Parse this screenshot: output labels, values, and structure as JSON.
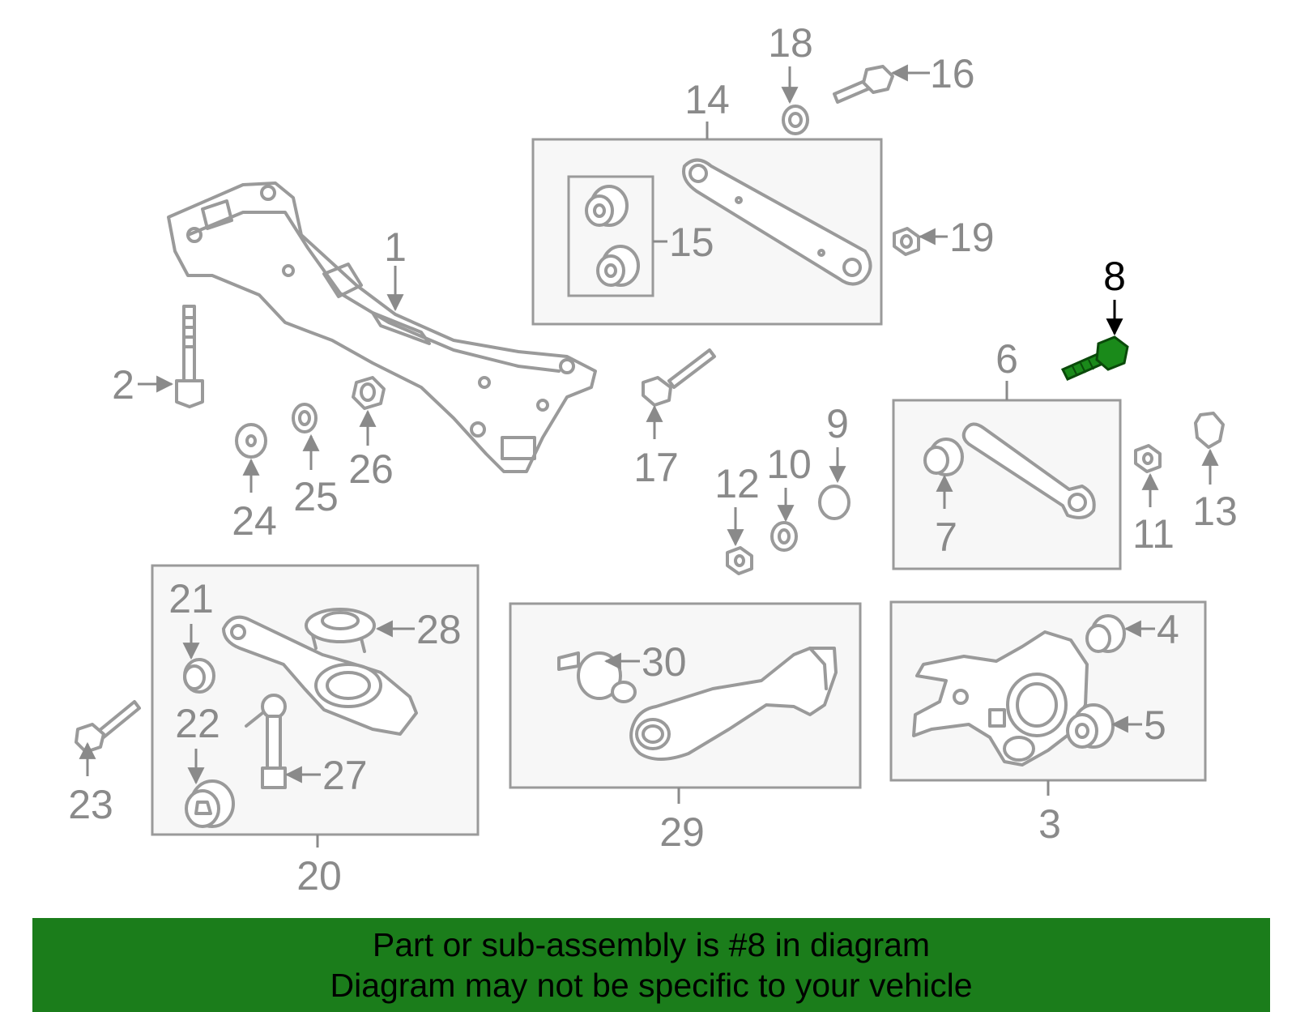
{
  "colors": {
    "line": "#9a9a9a",
    "label": "#8a8a8a",
    "highlight_part": "#1a8a1a",
    "highlight_label": "#000000",
    "banner_bg": "#1b7d1b",
    "box_fill": "#f7f7f7"
  },
  "highlighted_part": "8",
  "labels": {
    "n1": "1",
    "n2": "2",
    "n3": "3",
    "n4": "4",
    "n5": "5",
    "n6": "6",
    "n7": "7",
    "n8": "8",
    "n9": "9",
    "n10": "10",
    "n11": "11",
    "n12": "12",
    "n13": "13",
    "n14": "14",
    "n15": "15",
    "n16": "16",
    "n17": "17",
    "n18": "18",
    "n19": "19",
    "n20": "20",
    "n21": "21",
    "n22": "22",
    "n23": "23",
    "n24": "24",
    "n25": "25",
    "n26": "26",
    "n27": "27",
    "n28": "28",
    "n29": "29",
    "n30": "30"
  },
  "banner": {
    "line1": "Part or sub-assembly is #8 in diagram",
    "line2": "Diagram may not be specific to your vehicle"
  }
}
